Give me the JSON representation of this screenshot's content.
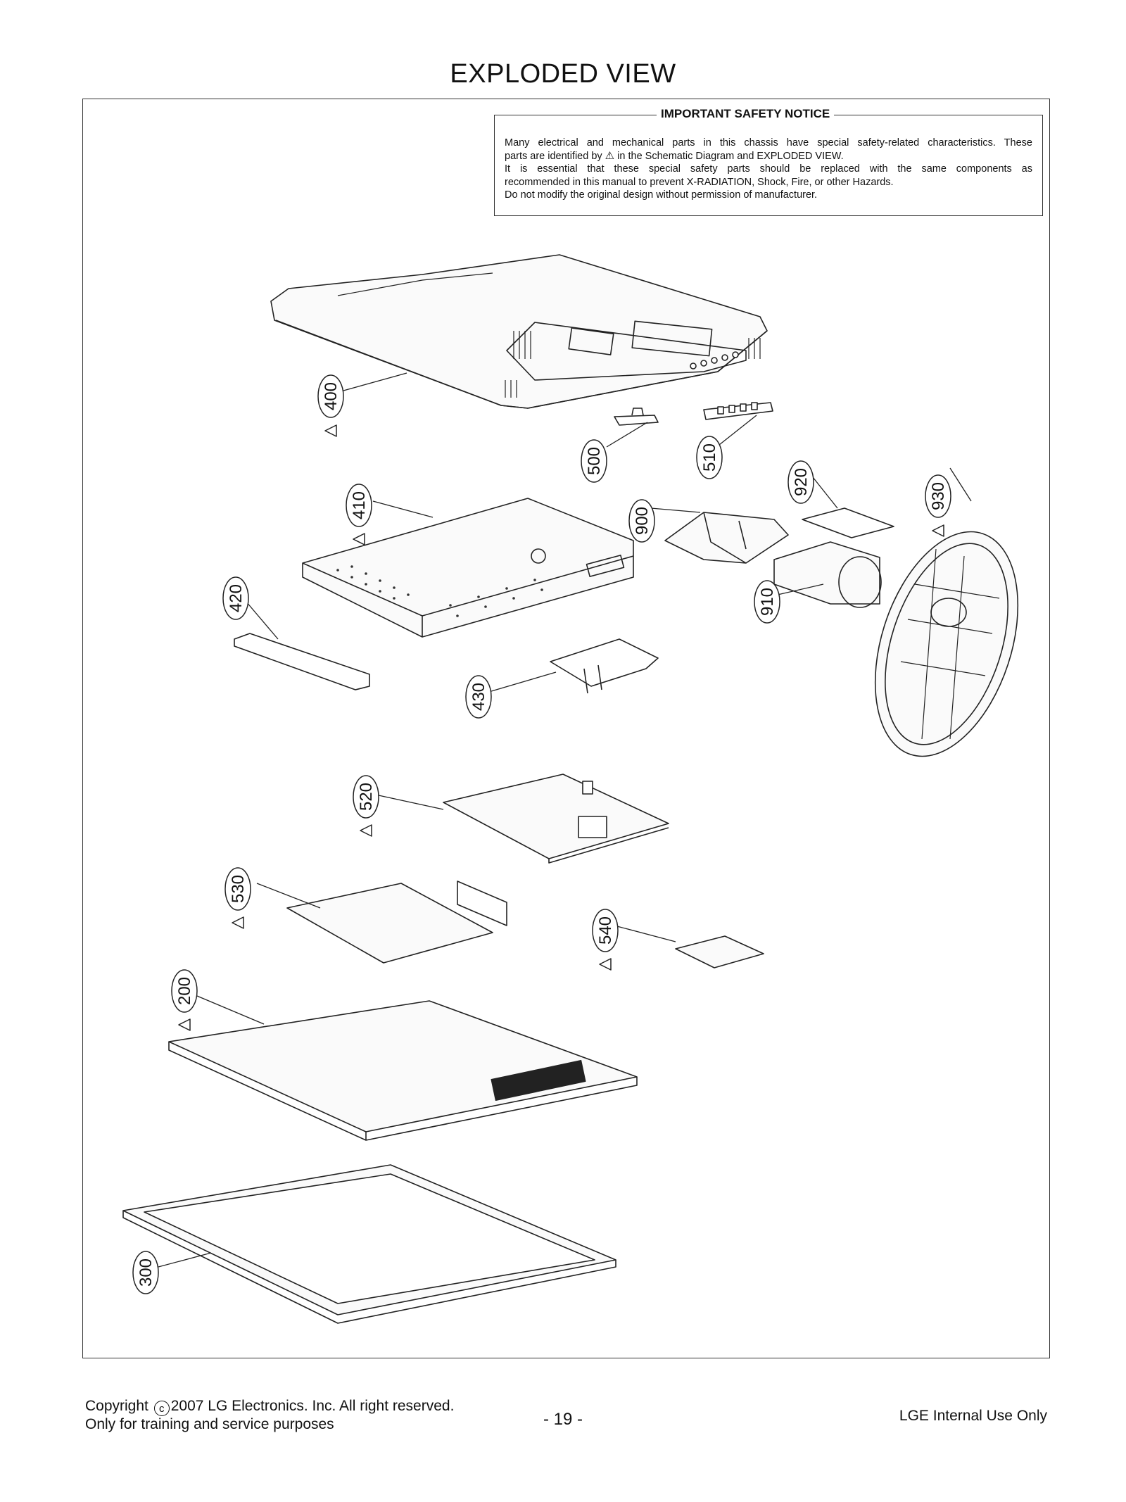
{
  "page_title": "EXPLODED VIEW",
  "notice": {
    "title": "IMPORTANT SAFETY NOTICE",
    "line1": "Many electrical and mechanical parts in this chassis have special safety-related characteristics. These",
    "line2_before": "parts are identified by",
    "line2_symbol": "⚠",
    "line2_after": "in the Schematic Diagram and EXPLODED VIEW.",
    "line3": "It is essential that these special safety parts should be replaced with the same components as",
    "line4": "recommended in this manual to prevent X-RADIATION, Shock, Fire, or other Hazards.",
    "line5": "Do not modify the original design without permission of manufacturer."
  },
  "callouts": [
    {
      "id": "400",
      "safety": true
    },
    {
      "id": "500",
      "safety": false
    },
    {
      "id": "510",
      "safety": false
    },
    {
      "id": "920",
      "safety": false
    },
    {
      "id": "930",
      "safety": true
    },
    {
      "id": "410",
      "safety": true
    },
    {
      "id": "900",
      "safety": false
    },
    {
      "id": "910",
      "safety": false
    },
    {
      "id": "420",
      "safety": false
    },
    {
      "id": "430",
      "safety": false
    },
    {
      "id": "520",
      "safety": true
    },
    {
      "id": "530",
      "safety": true
    },
    {
      "id": "540",
      "safety": true
    },
    {
      "id": "200",
      "safety": true
    },
    {
      "id": "300",
      "safety": false
    }
  ],
  "footer": {
    "copyright_prefix": "Copyright",
    "copyright_symbol": "c",
    "copyright_suffix": "2007 LG Electronics. Inc. All right reserved.",
    "purpose": "Only for training and service purposes",
    "page_number": "- 19 -",
    "internal": "LGE Internal Use Only"
  }
}
